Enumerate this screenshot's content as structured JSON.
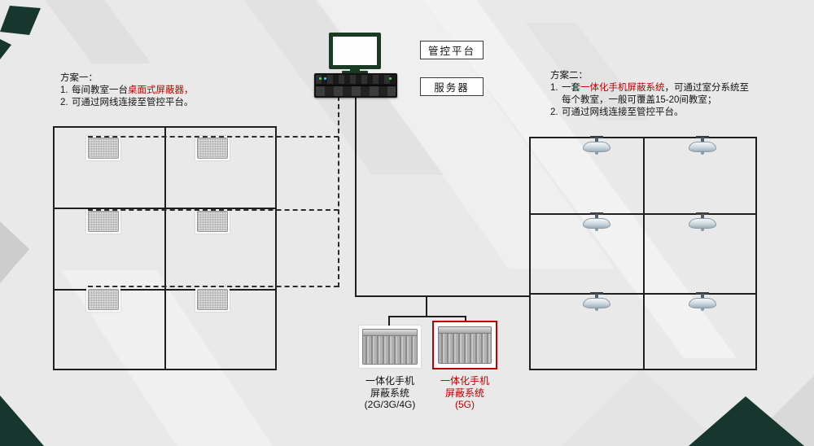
{
  "colors": {
    "highlight_red": "#c00000",
    "line_black": "#1f1f1f",
    "accent_teal": "#16362e",
    "monitor_green": "#1b3a24"
  },
  "topology": {
    "platform_label": "管控平台",
    "server_label": "服务器"
  },
  "plan1": {
    "title": "方案一：",
    "item1_num": "1.",
    "item1_text": "每间教室一台",
    "item1_red": "桌面式屏蔽器，",
    "item2_num": "2.",
    "item2_text": "可通过网线连接至管控平台。"
  },
  "plan2": {
    "title": "方案二：",
    "item1_num": "1.",
    "item1_pre": "一套",
    "item1_red": "一体化手机屏蔽系统",
    "item1_post": "，可通过室分系统至",
    "item1_cont": "每个教室，一般可覆盖15-20间教室；",
    "item2_num": "2.",
    "item2_text": "可通过网线连接至管控平台。"
  },
  "devices": {
    "d4g": {
      "l1": "一体化手机",
      "l2": "屏蔽系统",
      "l3": "(2G/3G/4G)"
    },
    "d5g": {
      "l1": "一体化手机",
      "l2": "屏蔽系统",
      "l3": "(5G)"
    }
  }
}
